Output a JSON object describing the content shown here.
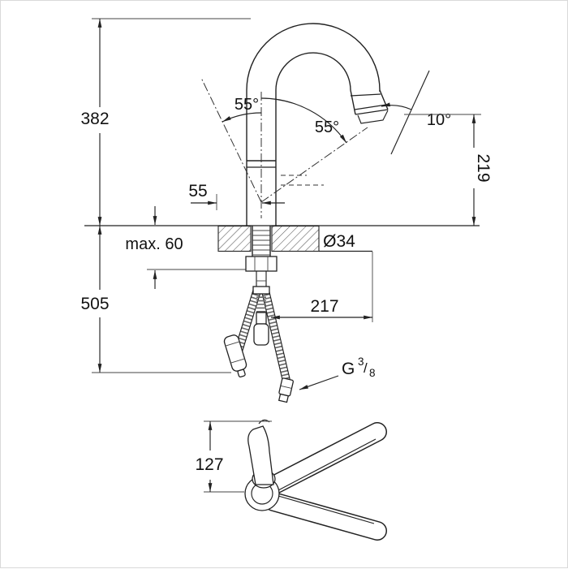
{
  "labels": {
    "total_height": "382",
    "swivel_angle_left": "55°",
    "swivel_angle_right": "55°",
    "spray_angle": "10°",
    "spout_height": "219",
    "spout_offset": "55",
    "max_deck_thickness": "max. 60",
    "hole_diameter": "Ø34",
    "under_deck_height": "505",
    "hose_projection": "217",
    "thread": {
      "prefix": "G",
      "numerator": "3",
      "slash": "/",
      "denominator": "8"
    },
    "handle_clearance": "127"
  },
  "colors": {
    "line": "#222222",
    "text": "#111111",
    "frame": "#d9d9d9",
    "background": "#ffffff"
  }
}
